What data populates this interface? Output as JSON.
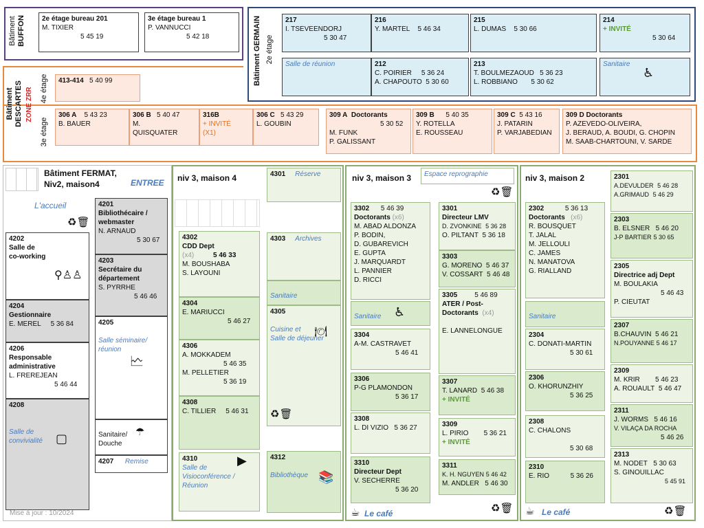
{
  "buffon": {
    "label1": "Bâtiment",
    "label2": "BUFFON",
    "r1": {
      "title": "2e étage bureau 201",
      "name": "M. TIXIER",
      "phone": "5 45 19"
    },
    "r2": {
      "title": "3e étage bureau 1",
      "name": "P. VANNUCCI",
      "phone": "5 42 18"
    }
  },
  "germain": {
    "label": "Bâtiment GERMAIN",
    "floor": "2e étage",
    "r217": {
      "num": "217",
      "name": "I. TSEVEENDORJ",
      "phone": "5 30 47"
    },
    "r216": {
      "num": "216",
      "name": "Y. MARTEL",
      "phone": "5 46 34"
    },
    "r215": {
      "num": "215",
      "name": "L. DUMAS",
      "phone": "5 30 66"
    },
    "r214": {
      "num": "214",
      "invite": "+ INVITÉ",
      "phone": "5 30 64"
    },
    "reunion": "Salle de réunion",
    "r212": {
      "num": "212",
      "n1": "C. POIRIER",
      "p1": "5 36 24",
      "n2": "A. CHAPOUTO",
      "p2": "5 30 60"
    },
    "r213": {
      "num": "213",
      "n1": "T. BOULMEZAOUD",
      "p1": "5 36 23",
      "n2": "L. ROBBIANO",
      "p2": "5 30 62"
    },
    "sanitaire": "Sanitaire"
  },
  "descartes": {
    "label1": "Bâtiment",
    "label2": "DESCARTES",
    "zone": "ZONE ZRR",
    "f4": "4e étage",
    "f3": "3e étage",
    "r413": {
      "num": "413-414",
      "phone": "5 40 99"
    },
    "r306a": {
      "num": "306 A",
      "phone": "5 43 23",
      "name": "B. BAUER"
    },
    "r306b": {
      "num": "306 B",
      "phone": "5 40 47",
      "n1": "M.",
      "n2": "QUISQUATER"
    },
    "r316b": {
      "num": "316B",
      "i1": "+ INVITÉ",
      "i2": "(X1)"
    },
    "r306c": {
      "num": "306 C",
      "phone": "5 43 29",
      "name": "L. GOUBIN"
    },
    "r309a": {
      "num": "309 A",
      "title": "Doctorants",
      "phone": "5 30 52",
      "n1": "M. FUNK",
      "n2": "P. GALISSANT"
    },
    "r309b": {
      "num": "309 B",
      "phone": "5 40 35",
      "n1": "Y. ROTELLA",
      "n2": "E. ROUSSEAU"
    },
    "r309c": {
      "num": "309 C",
      "phone": "5 43 16",
      "n1": "J. PATARIN",
      "n2": "P. VARJABEDIAN"
    },
    "r309d": {
      "num": "309 D",
      "title": "Doctorants",
      "n1": "P. AZEVEDO-OLIVEIRA,",
      "n2": "J. BERAUD, A. BOUDI, G. CHOPIN",
      "n3": "M. SAAB-CHARTOUNI, V. SARDE"
    }
  },
  "fermat": {
    "t1": "Bâtiment FERMAT,",
    "t2": "Niv2, maison4",
    "entree": "ENTREE",
    "accueil": "L'accueil",
    "r4201": {
      "num": "4201",
      "t1": "Bibliothécaire /",
      "t2": "webmaster",
      "name": "N. ARNAUD",
      "phone": "5 30 67"
    },
    "r4202": {
      "num": "4202",
      "t1": "Salle de",
      "t2": "co-working"
    },
    "r4203": {
      "num": "4203",
      "t1": "Secrétaire du",
      "t2": "département",
      "name": "S. PYRRHE",
      "phone": "5 46 46"
    },
    "r4204": {
      "num": "4204",
      "t": "Gestionnaire",
      "name": "E. MEREL",
      "phone": "5 36 84"
    },
    "r4205": {
      "num": "4205",
      "l1": "Salle séminaire/",
      "l2": "réunion"
    },
    "r4206": {
      "num": "4206",
      "t1": "Responsable",
      "t2": "administrative",
      "name": "L. FREREJEAN",
      "phone": "5 46 44"
    },
    "r4208": {
      "num": "4208",
      "l1": "Salle de",
      "l2": "convivialité"
    },
    "sanit": {
      "l1": "Sanitaire/",
      "l2": "Douche"
    },
    "r4207": {
      "num": "4207",
      "label": "Remise"
    },
    "maj": "Mise à jour :   10/2024"
  },
  "m4": {
    "title": "niv 3, maison 4",
    "r4301": {
      "num": "4301",
      "label": "Réserve"
    },
    "r4302": {
      "num": "4302",
      "t": "CDD  Dept",
      "x": "(x4)",
      "phone": "5 46 33",
      "n1": "M. BOUSHABA",
      "n2": "S. LAYOUNI"
    },
    "r4303": {
      "num": "4303",
      "label": "Archives"
    },
    "sanitaire": "Sanitaire",
    "r4304": {
      "num": "4304",
      "name": "E. MARIUCCI",
      "phone": "5 46 27"
    },
    "r4305": {
      "num": "4305",
      "l1": "Cuisine et",
      "l2": "Salle de déjeuner"
    },
    "r4306": {
      "num": "4306",
      "n1": "A. MOKKADEM",
      "p1": "5 46 35",
      "n2": "M. PELLETIER",
      "p2": "5 36 19"
    },
    "r4308": {
      "num": "4308",
      "name": "C. TILLIER",
      "phone": "5 46 31"
    },
    "r4310": {
      "num": "4310",
      "l1": "Salle de",
      "l2": "Visioconférence /",
      "l3": "Réunion"
    },
    "r4312": {
      "num": "4312",
      "label": "Bibliothèque"
    }
  },
  "m3": {
    "title": "niv 3, maison 3",
    "repro": "Espace reprographie",
    "r3302": {
      "num": "3302",
      "phone": "5 46 39",
      "t": "Doctorants",
      "x": "(x6)",
      "names": [
        "M. ABAD ALDONZA",
        "P. BODIN,",
        "D. GUBAREVICH",
        "E. GUPTA",
        "J. MARQUARDT",
        "L. PANNIER",
        "D. RICCI"
      ]
    },
    "r3301": {
      "num": "3301",
      "t": "Directeur LMV",
      "n1": "D. ZVONKINE",
      "p1": "5 36 28",
      "n2": "O. PILTANT",
      "p2": "5 36 18"
    },
    "r3303": {
      "num": "3303",
      "n1": "G. MORENO",
      "p1": "5 46 37",
      "n2": "V. COSSART",
      "p2": "5 46 48"
    },
    "r3305": {
      "num": "3305",
      "phone": "5 46 89",
      "t1": "ATER / Post-",
      "t2": "Doctorants",
      "x": "(x4)",
      "name": "E. LANNELONGUE"
    },
    "sanitaire": "Sanitaire",
    "r3304": {
      "num": "3304",
      "name": "A-M. CASTRAVET",
      "phone": "5 46 41"
    },
    "r3306": {
      "num": "3306",
      "name": "P-G PLAMONDON",
      "phone": "5 36 17"
    },
    "r3307": {
      "num": "3307",
      "name": "T. LANARD",
      "phone": "5 46 38",
      "inv": "+ INVITÉ"
    },
    "r3308": {
      "num": "3308",
      "name": "L. DI VIZIO",
      "phone": "5 36 27"
    },
    "r3309": {
      "num": "3309",
      "name": "L. PIRIO",
      "phone": "5 36 21",
      "inv": "+ INVITÉ"
    },
    "r3310": {
      "num": "3310",
      "t": "Directeur Dept",
      "name": "V. SECHERRE",
      "phone": "5 36 20"
    },
    "r3311": {
      "num": "3311",
      "n1": "K. H. NGUYEN",
      "p1": "5 46 42",
      "n2": "M. ANDLER",
      "p2": "5 46 30"
    },
    "cafe": "Le café"
  },
  "m2": {
    "title": "niv 3, maison 2",
    "r2302": {
      "num": "2302",
      "phone": "5 36 13",
      "t": "Doctorants",
      "x": "(x6)",
      "names": [
        "R. BOUSQUET",
        "T. JALAL",
        "M. JELLOULI",
        "C. JAMES",
        "N. MANATOVA",
        "G. RIALLAND"
      ]
    },
    "r2301": {
      "num": "2301",
      "n1": "A.DEVULDER",
      "p1": "5 46 28",
      "n2": "A.GRIMAUD",
      "p2": "5 46 29"
    },
    "r2303": {
      "num": "2303",
      "n1": "B. ELSNER",
      "p1": "5 46 20",
      "n2": "J-P BARTIER",
      "p2": "5 30 65"
    },
    "r2305": {
      "num": "2305",
      "t": "Directrice adj Dept",
      "name": "M. BOULAKIA",
      "phone": "5 46 43",
      "n2": "P. CIEUTAT"
    },
    "sanitaire": "Sanitaire",
    "r2304": {
      "num": "2304",
      "name": "C. DONATI-MARTIN",
      "phone": "5 30 61"
    },
    "r2307": {
      "num": "2307",
      "n1": "B.CHAUVIN",
      "p1": "5 46 21",
      "n2": "N.POUYANNE",
      "p2": "5 46 17"
    },
    "r2306": {
      "num": "2306",
      "name": "O. KHORUNZHIY",
      "phone": "5 36 25"
    },
    "r2309": {
      "num": "2309",
      "n1": "M. KRIR",
      "p1": "5 46 23",
      "n2": "A. ROUAULT",
      "p2": "5 46 47"
    },
    "r2308": {
      "num": "2308",
      "name": "C. CHALONS",
      "phone": "5 30 68"
    },
    "r2311": {
      "num": "2311",
      "n1": "J. WORMS",
      "p1": "5 46 16",
      "n2": "V. VILAÇA DA ROCHA",
      "p2": "5 46 26"
    },
    "r2310": {
      "num": "2310",
      "name": "E. RIO",
      "phone": "5 36 26"
    },
    "r2313": {
      "num": "2313",
      "n1": "M. NODET",
      "p1": "5 30 63",
      "n2": "S. GINOUILLAC",
      "p2": "5 45 91"
    },
    "cafe": "Le café"
  }
}
